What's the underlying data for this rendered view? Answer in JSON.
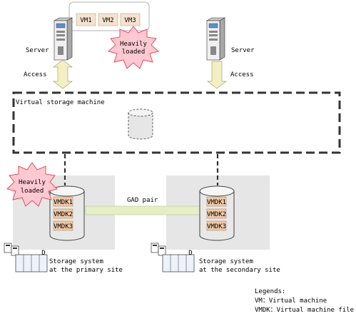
{
  "vms": [
    "VM1",
    "VM2",
    "VM3"
  ],
  "servers": {
    "left_label": "Server",
    "right_label": "Server"
  },
  "access": {
    "left_label": "Access",
    "right_label": "Access"
  },
  "burst_top": [
    "Heavily",
    "loaded"
  ],
  "burst_bottom": [
    "Heavily",
    "loaded"
  ],
  "virtual_storage_machine": "Virtual storage machine",
  "gad_pair": "GAD pair",
  "vmdk_primary": [
    "VMDK1",
    "VMDK2",
    "VMDK3"
  ],
  "vmdk_secondary": [
    "VMDK1",
    "VMDK2",
    "VMDK3"
  ],
  "primary_site": {
    "line1": "Storage system",
    "line2": "at the primary site"
  },
  "secondary_site": {
    "line1": "Storage system",
    "line2": "at the secondary site"
  },
  "legends": {
    "title": "Legends:",
    "line1": "VM：Virtual machine",
    "line2": "VMDK：Virtual machine file"
  },
  "colors": {
    "vm_box": "#f5e2cf",
    "burst": "#ffc9d1",
    "burst_stroke": "#e05060",
    "site_panel": "#e6e6e6",
    "gad_band": "#e4efc6",
    "arrow": "#f3efc2",
    "vmdk_box": "#f2c9a6"
  }
}
